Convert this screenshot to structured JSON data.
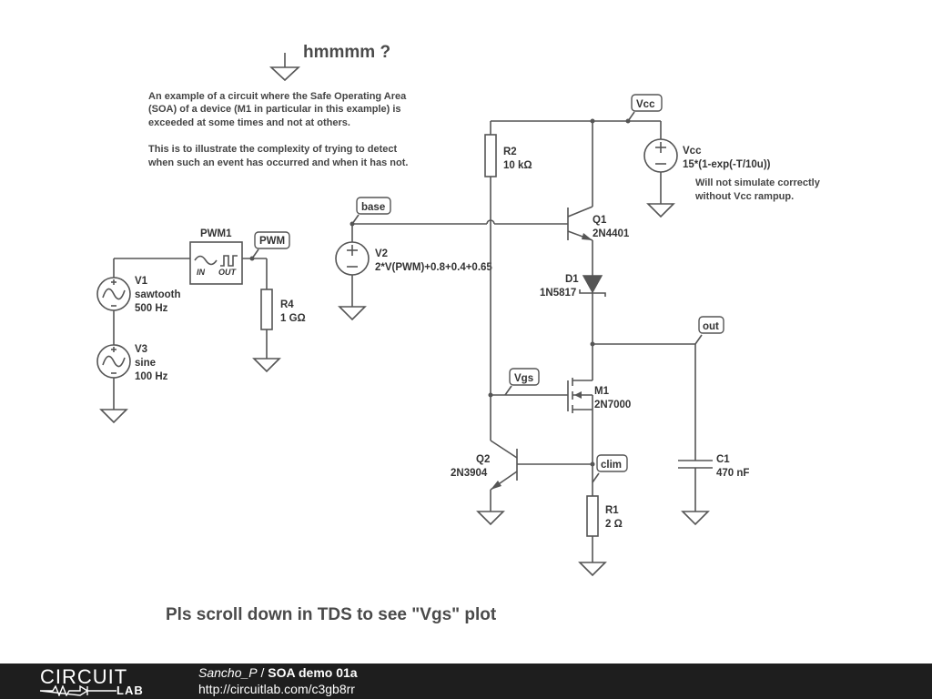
{
  "header": {
    "title": "hmmmm ?",
    "description": [
      "An example of a circuit where the Safe Operating Area",
      "(SOA) of a device (M1 in particular in this example) is",
      "exceeded at some times and not at others.",
      "This is to illustrate the complexity of trying to detect",
      "when such an event has occurred and when it has not."
    ]
  },
  "components": {
    "pwm1": {
      "name": "PWM1",
      "in": "IN",
      "out": "OUT"
    },
    "v1": {
      "name": "V1",
      "type": "sawtooth",
      "value": "500 Hz"
    },
    "v3": {
      "name": "V3",
      "type": "sine",
      "value": "100 Hz"
    },
    "r4": {
      "name": "R4",
      "value": "1 GΩ"
    },
    "v2": {
      "name": "V2",
      "value": "2*V(PWM)+0.8+0.4+0.65"
    },
    "r2": {
      "name": "R2",
      "value": "10 kΩ"
    },
    "q1": {
      "name": "Q1",
      "value": "2N4401"
    },
    "d1": {
      "name": "D1",
      "value": "1N5817"
    },
    "m1": {
      "name": "M1",
      "value": "2N7000"
    },
    "q2": {
      "name": "Q2",
      "value": "2N3904"
    },
    "r1": {
      "name": "R1",
      "value": "2 Ω"
    },
    "c1": {
      "name": "C1",
      "value": "470 nF"
    },
    "vcc": {
      "name": "Vcc",
      "value": "15*(1-exp(-T/10u))",
      "note1": "Will not simulate correctly",
      "note2": "without Vcc rampup."
    }
  },
  "net_labels": {
    "pwm": "PWM",
    "base": "base",
    "vcc": "Vcc",
    "out": "out",
    "vgs": "Vgs",
    "clim": "clim"
  },
  "scroll_note": "Pls scroll down in TDS to see \"Vgs\" plot",
  "footer": {
    "logo_top": "CIRCUIT",
    "logo_bottom": "LAB",
    "author": "Sancho_P",
    "separator": " / ",
    "doc_title": "SOA demo 01a",
    "url": "http://circuitlab.com/c3gb8rr"
  }
}
